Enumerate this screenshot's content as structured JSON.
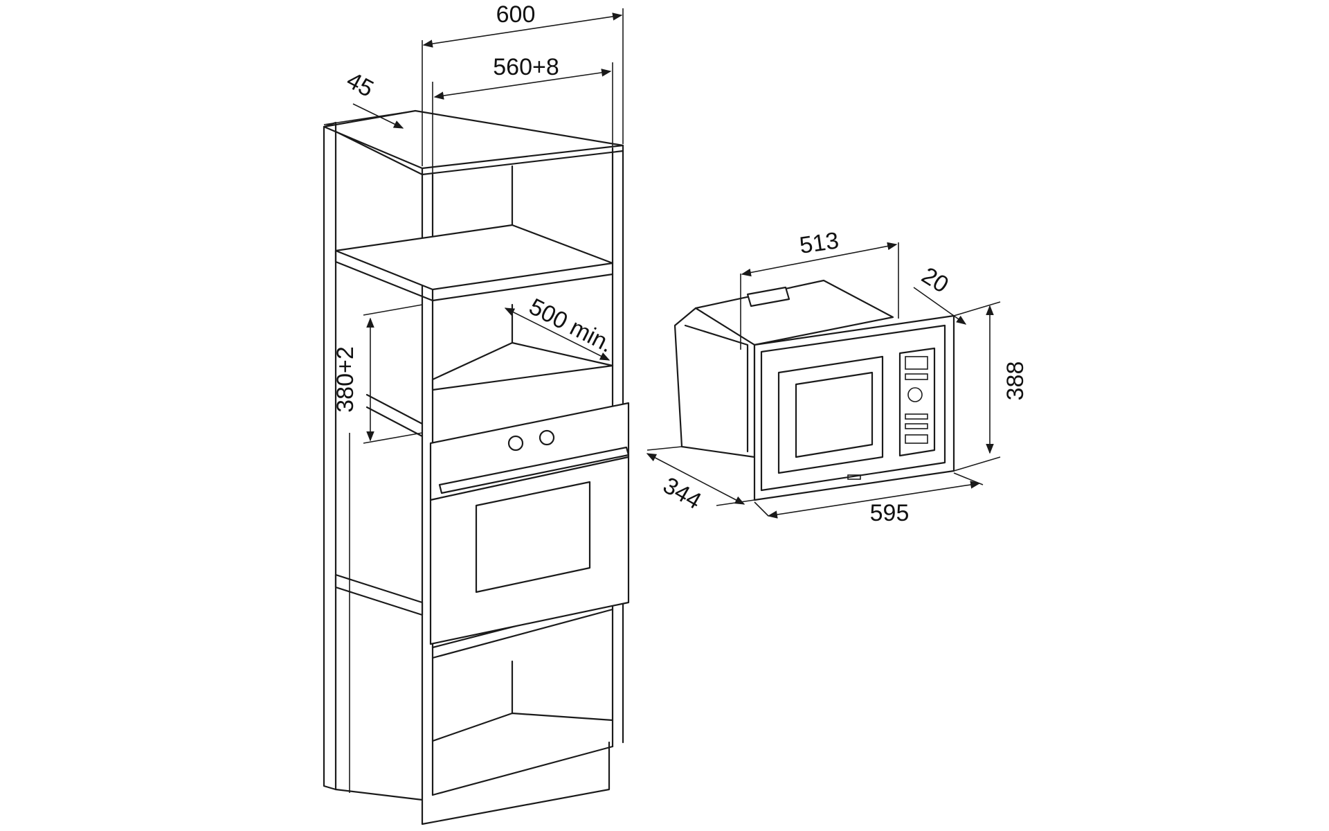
{
  "drawing": {
    "line_color": "#1a1a1a",
    "background": "#ffffff"
  },
  "dimensions": {
    "cabinet_width": "600",
    "opening_width": "560+8",
    "front_offset": "45",
    "opening_depth": "500 min.",
    "opening_height": "380+2",
    "appliance_depth_top": "513",
    "frame_depth": "20",
    "appliance_height": "388",
    "appliance_body_depth": "344",
    "appliance_width": "595"
  }
}
